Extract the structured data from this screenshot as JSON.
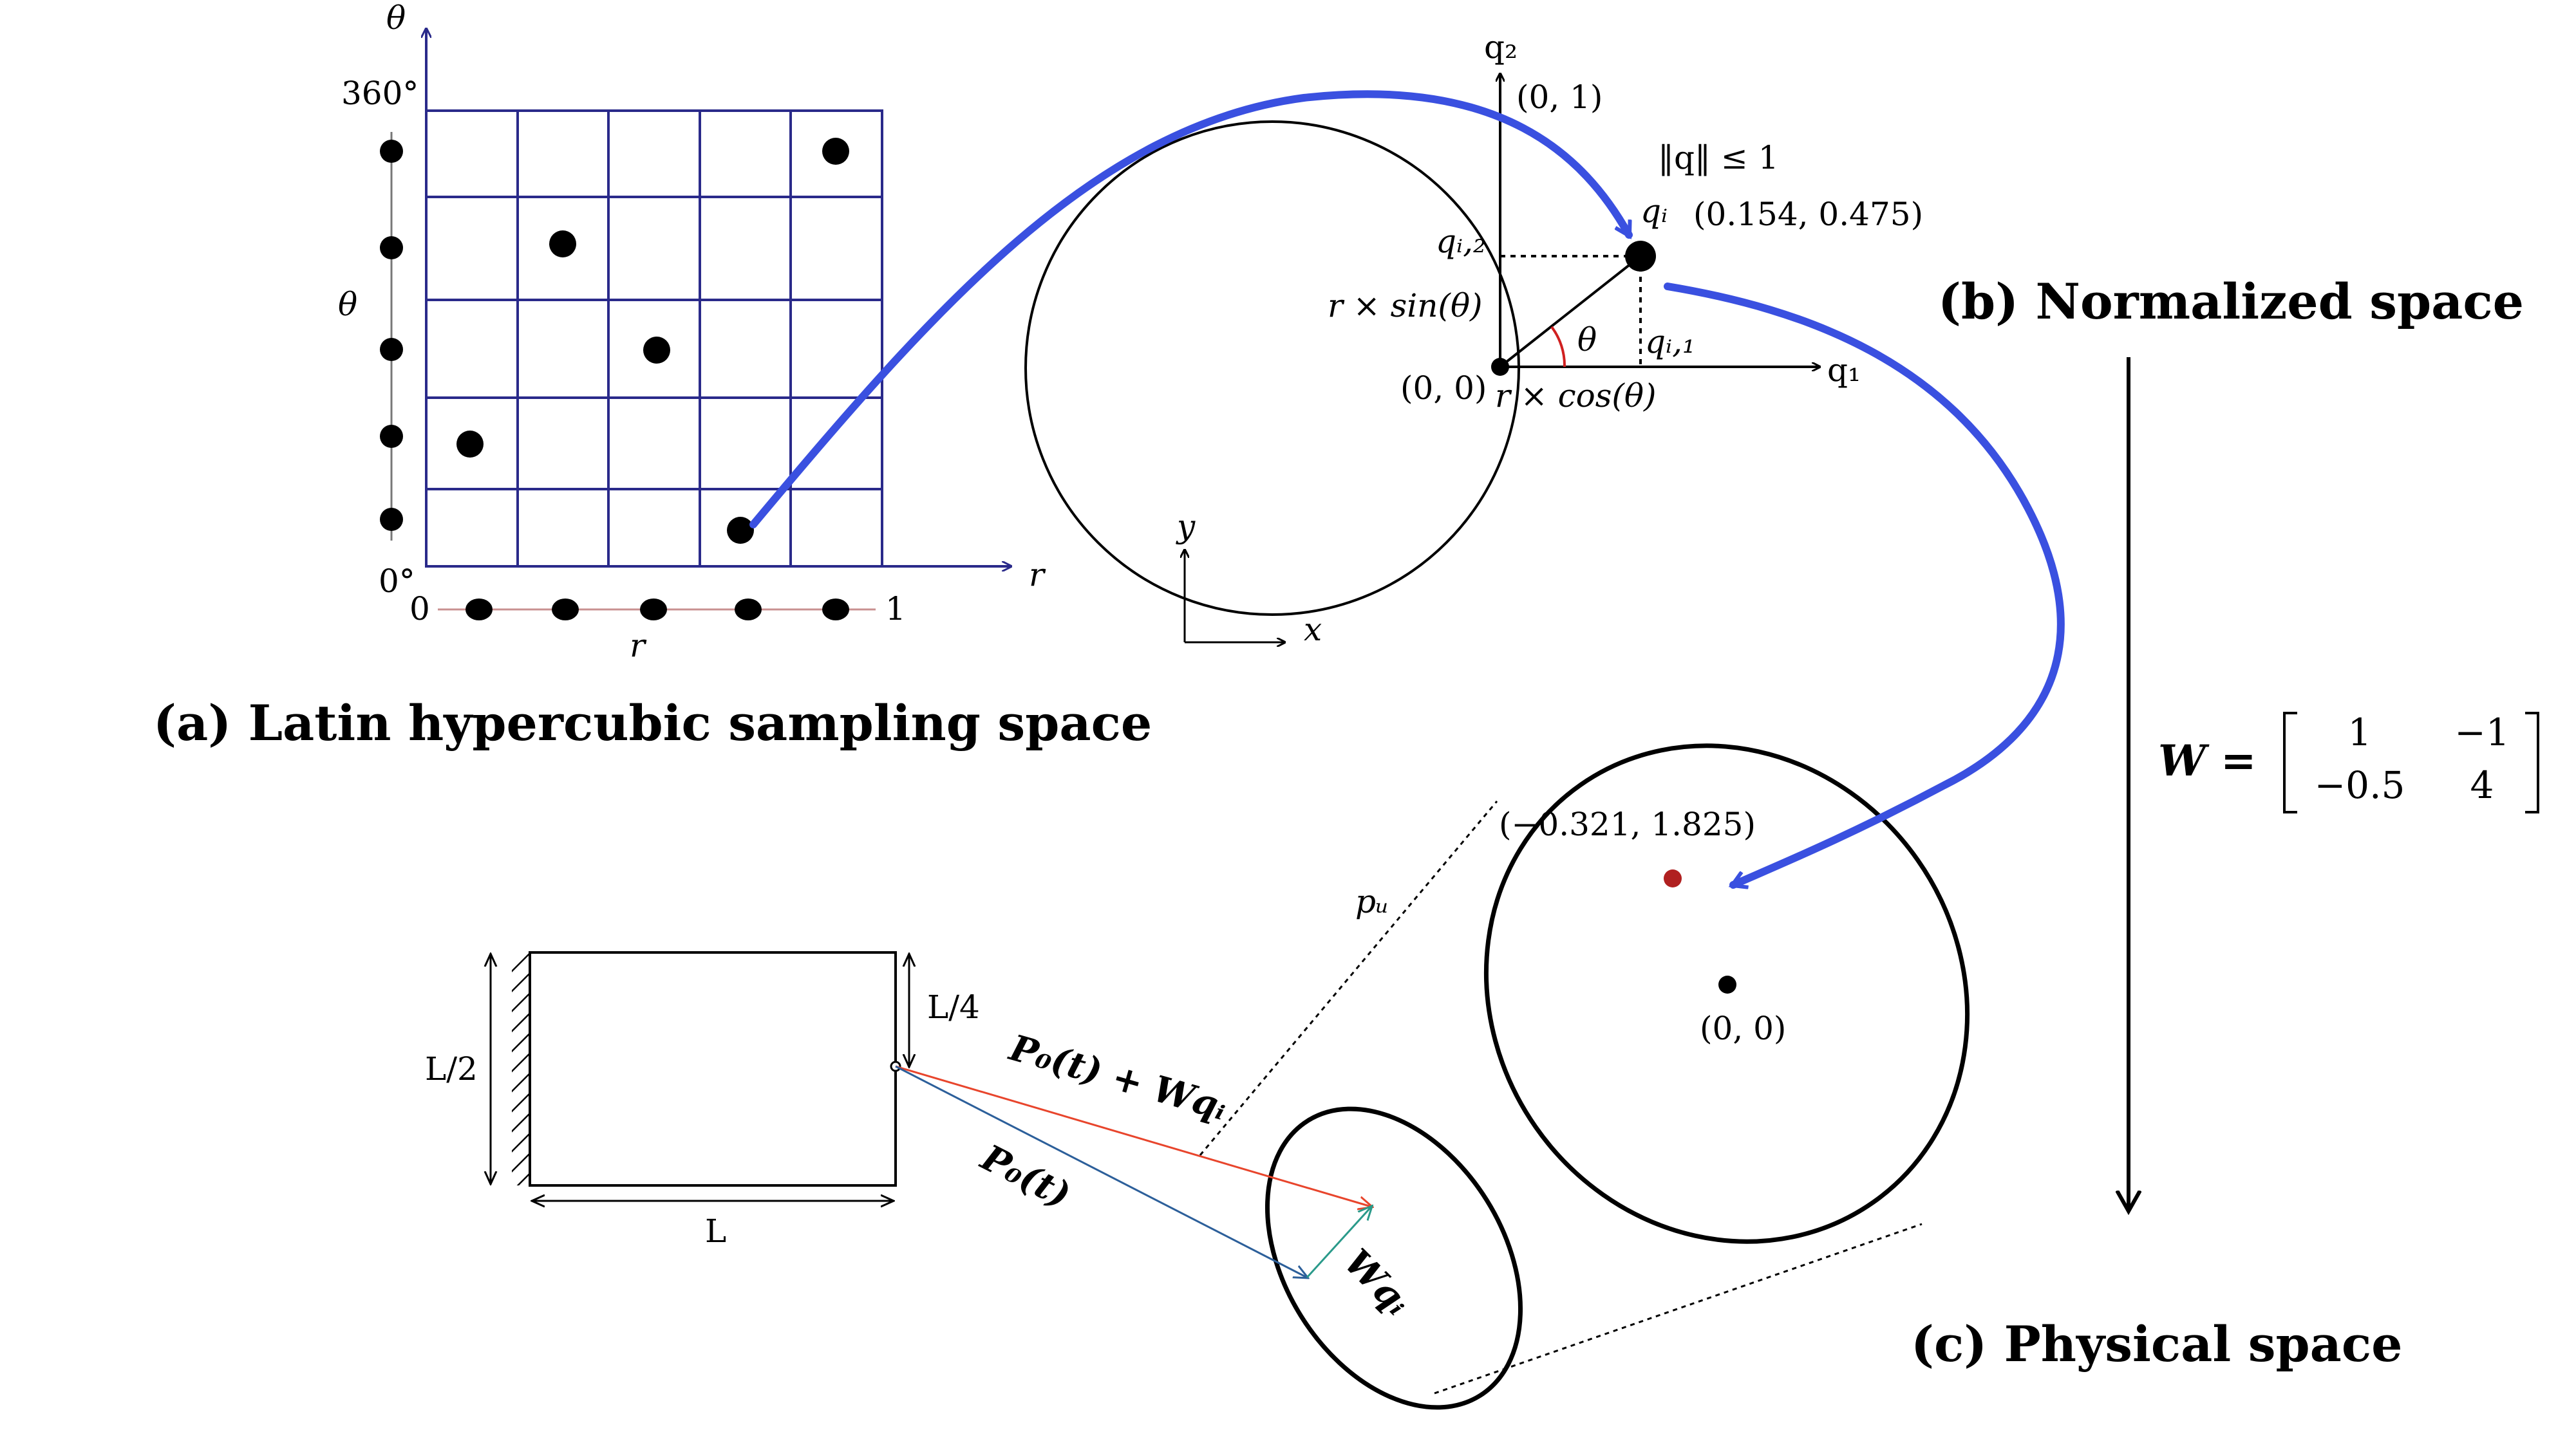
{
  "captions": {
    "a": "(a) Latin hypercubic sampling space",
    "b": "(b) Normalized space",
    "c": "(c) Physical space"
  },
  "lhs": {
    "axis_theta": "θ",
    "axis_r": "r",
    "theta_max": "360°",
    "theta_min": "0°",
    "r_min": "0",
    "r_max": "1",
    "theta_side_label": "θ",
    "r_bottom_label": "r"
  },
  "normalized": {
    "axis_q2": "q₂",
    "axis_q1": "q₁",
    "point_01": "(0, 1)",
    "norm_constraint": "‖q‖ ≤ 1",
    "qi": "qᵢ",
    "qi_coords": "(0.154, 0.475)",
    "qi2": "qᵢ,₂",
    "qi1": "qᵢ,₁",
    "r_sin": "r × sin(θ)",
    "r_cos": "r × cos(θ)",
    "origin": "(0, 0)",
    "theta": "θ"
  },
  "frame": {
    "y": "y",
    "x": "x"
  },
  "matrix": {
    "lhs": "W =",
    "rows": [
      [
        "1",
        "−1"
      ],
      [
        "−0.5",
        "4"
      ]
    ]
  },
  "physical": {
    "point_coords": "(−0.321, 1.825)",
    "origin": "(0, 0)",
    "pu": "pᵤ"
  },
  "beam": {
    "height": "L/2",
    "length": "L",
    "quarter": "L/4",
    "p0_plus": "P₀(t) + Wqᵢ",
    "p0": "P₀(t)",
    "wq": "Wqᵢ"
  },
  "colors": {
    "grid": "#2a2a8a",
    "arrow": "#3a50e0",
    "red_vector": "#e8452c",
    "blue_vector": "#2c5f9a",
    "teal_vector": "#2a9a8a",
    "red_point": "#b02020",
    "dot_axis": "#c89090"
  },
  "icons": {
    "wall": "hatched-wall-icon"
  }
}
